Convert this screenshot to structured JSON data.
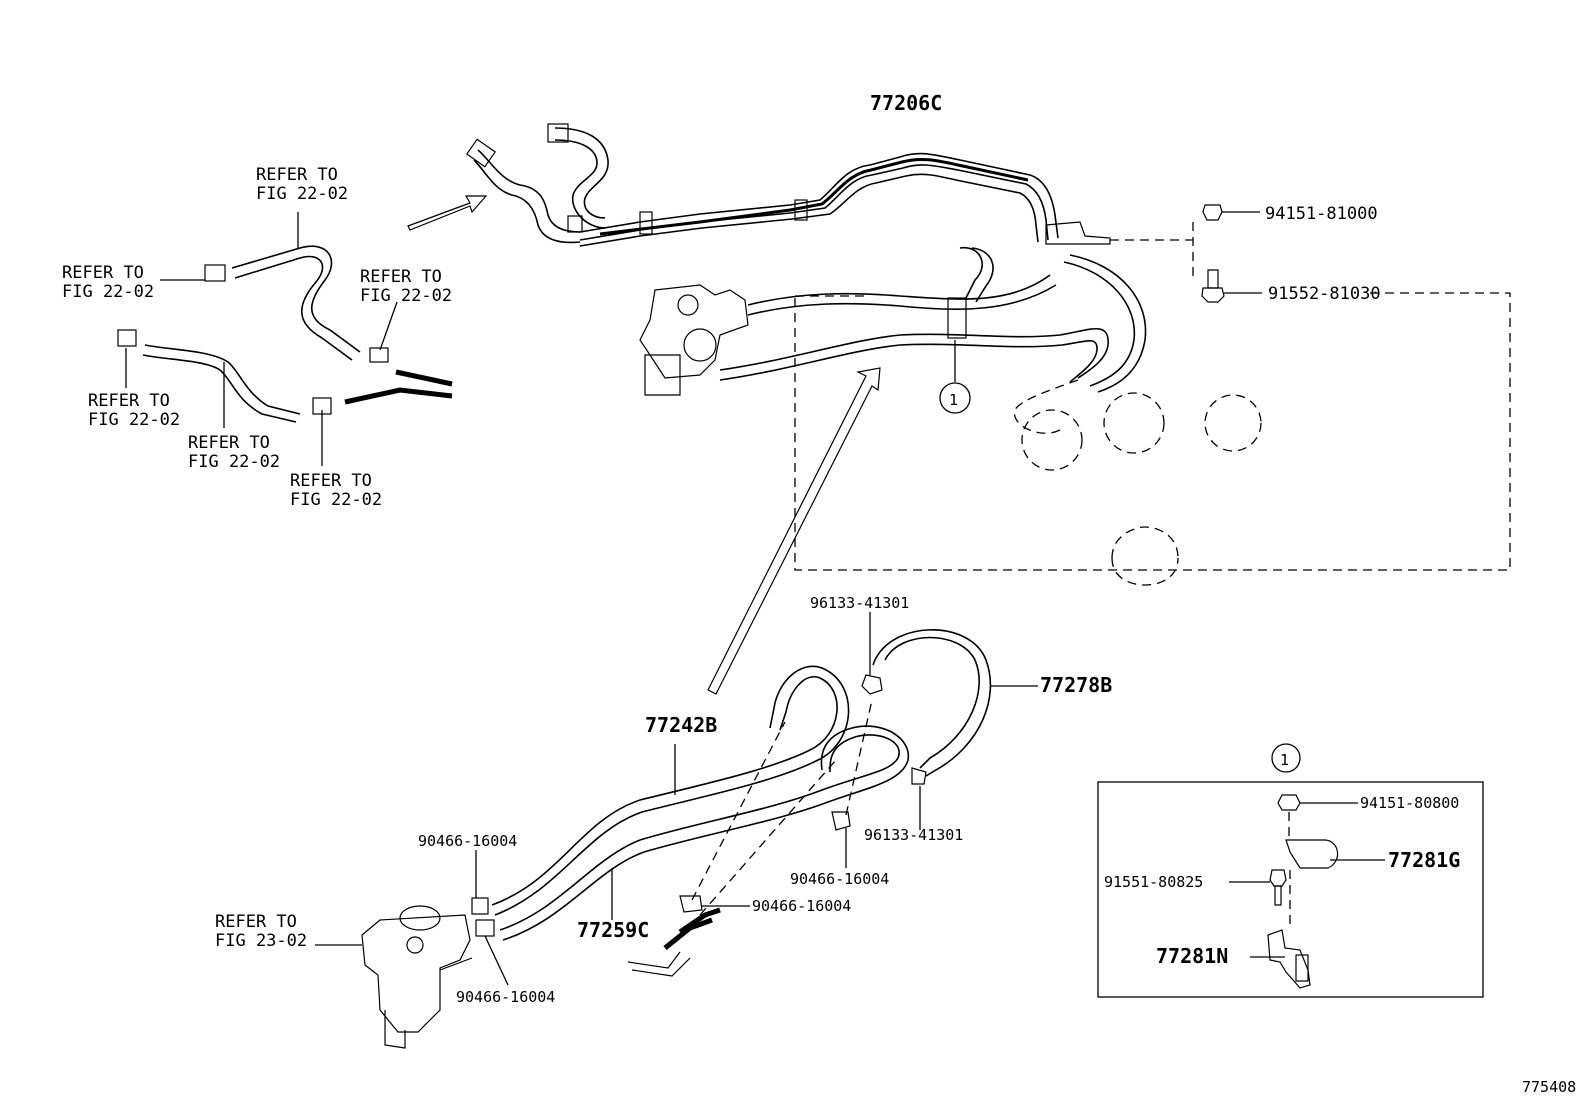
{
  "diagram": {
    "figure_id": "775408",
    "callout_symbol": "1",
    "parts": {
      "p77206C": "77206C",
      "p94151_81000": "94151-81000",
      "p91552_81030": "91552-81030",
      "p96133_41301_top": "96133-41301",
      "p77278B": "77278B",
      "p77242B": "77242B",
      "p96133_41301_bot": "96133-41301",
      "p90466_16004_a": "90466-16004",
      "p90466_16004_b": "90466-16004",
      "p90466_16004_c": "90466-16004",
      "p90466_16004_d": "90466-16004",
      "p77259C": "77259C",
      "p94151_80800": "94151-80800",
      "p77281G": "77281G",
      "p91551_80825": "91551-80825",
      "p77281N": "77281N"
    },
    "refs": {
      "refer_line": "REFER TO",
      "fig_22_02": "FIG 22-02",
      "fig_23_02": "FIG 23-02"
    }
  }
}
